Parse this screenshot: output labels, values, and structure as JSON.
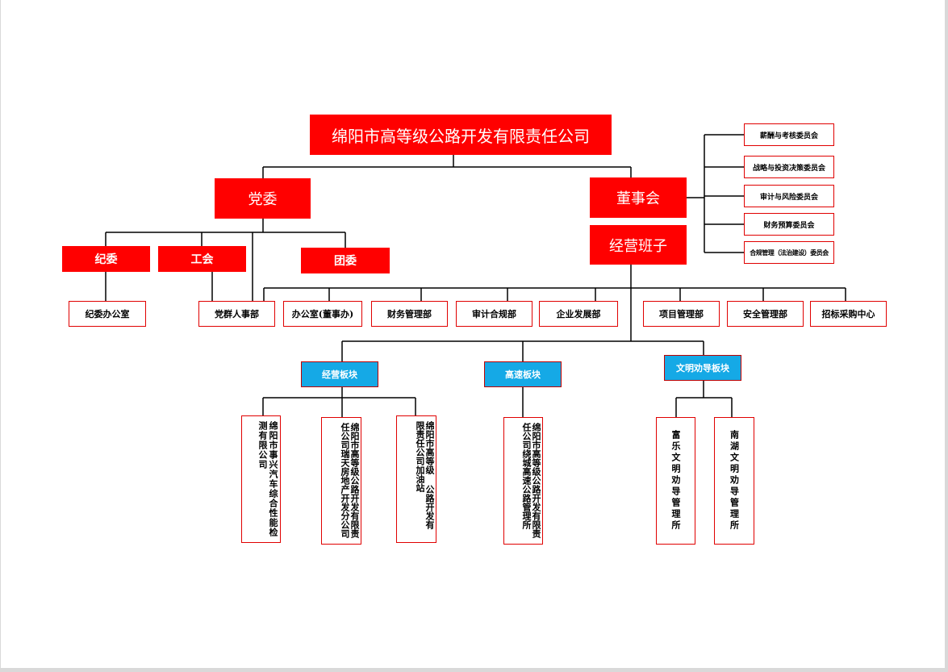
{
  "company": "绵阳市高等级公路开发有限责任公司",
  "party": {
    "committee": "党委",
    "discipline": "纪委",
    "union": "工会",
    "youth": "团委",
    "discipline_office": "纪委办公室"
  },
  "board": "董事会",
  "management": "经营班子",
  "board_committees": [
    "薪酬与考核委员会",
    "战略与投资决策委员会",
    "审计与风险委员会",
    "财务预算委员会",
    "合规管理（法治建设）委员会"
  ],
  "departments": [
    "党群人事部",
    "办公室(董事办)",
    "财务管理部",
    "审计合规部",
    "企业发展部",
    "项目管理部",
    "安全管理部",
    "招标采购中心"
  ],
  "segments": [
    "经营板块",
    "高速板块",
    "文明劝导板块"
  ],
  "subsidiaries": {
    "operations": [
      "绵阳市事兴汽车综合性能检测有限公司",
      "绵阳市高等级公路开发有限责任公司瑞天房地产开发分公司",
      "绵阳市高等级 公路开发有限责任公司加油站"
    ],
    "highway": [
      "绵阳市高等级公路开发有限责任公司绕城高速公路管理所"
    ],
    "civility": [
      "富乐文明劝导管理所",
      "南湖文明劝导管理所"
    ]
  }
}
